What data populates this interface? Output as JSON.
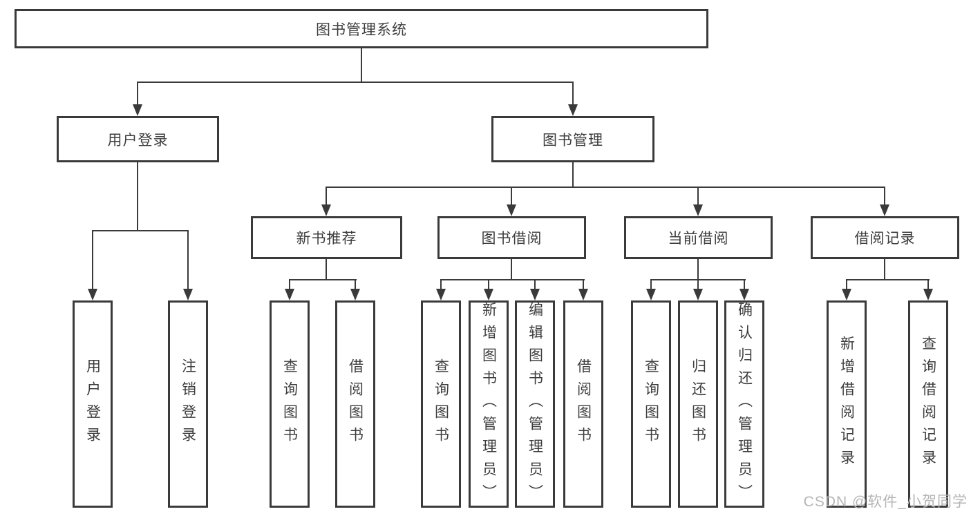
{
  "diagram": {
    "title": "图书管理系统",
    "branches": [
      {
        "label": "用户登录",
        "children": [
          "用户登录",
          "注销登录"
        ]
      },
      {
        "label": "图书管理",
        "sections": [
          {
            "label": "新书推荐",
            "children": [
              "查询图书",
              "借阅图书"
            ]
          },
          {
            "label": "图书借阅",
            "children": [
              "查询图书",
              "新增图书（管理员）",
              "编辑图书（管理员）",
              "借阅图书"
            ]
          },
          {
            "label": "当前借阅",
            "children": [
              "查询图书",
              "归还图书",
              "确认归还（管理员）"
            ]
          },
          {
            "label": "借阅记录",
            "children": [
              "新增借阅记录",
              "查询借阅记录"
            ]
          }
        ]
      }
    ]
  },
  "watermark": "CSDN @软件_小贺同学"
}
